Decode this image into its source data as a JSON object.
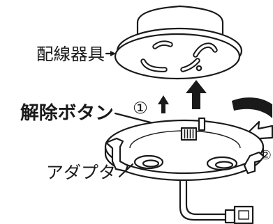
{
  "labels": {
    "wiring_device": "配線器具",
    "release_button": "解除ボタン",
    "adapter": "アダプタ"
  },
  "steps": {
    "step_1": "①",
    "step_2": "②"
  },
  "icons": {
    "lift_arrow": "up-arrow-icon",
    "step_1_arrow": "up-arrow-icon",
    "step_2_arrow": "rotate-arrow-icon"
  },
  "colors": {
    "ink": "#1a1a1a",
    "paper": "#ffffff"
  }
}
